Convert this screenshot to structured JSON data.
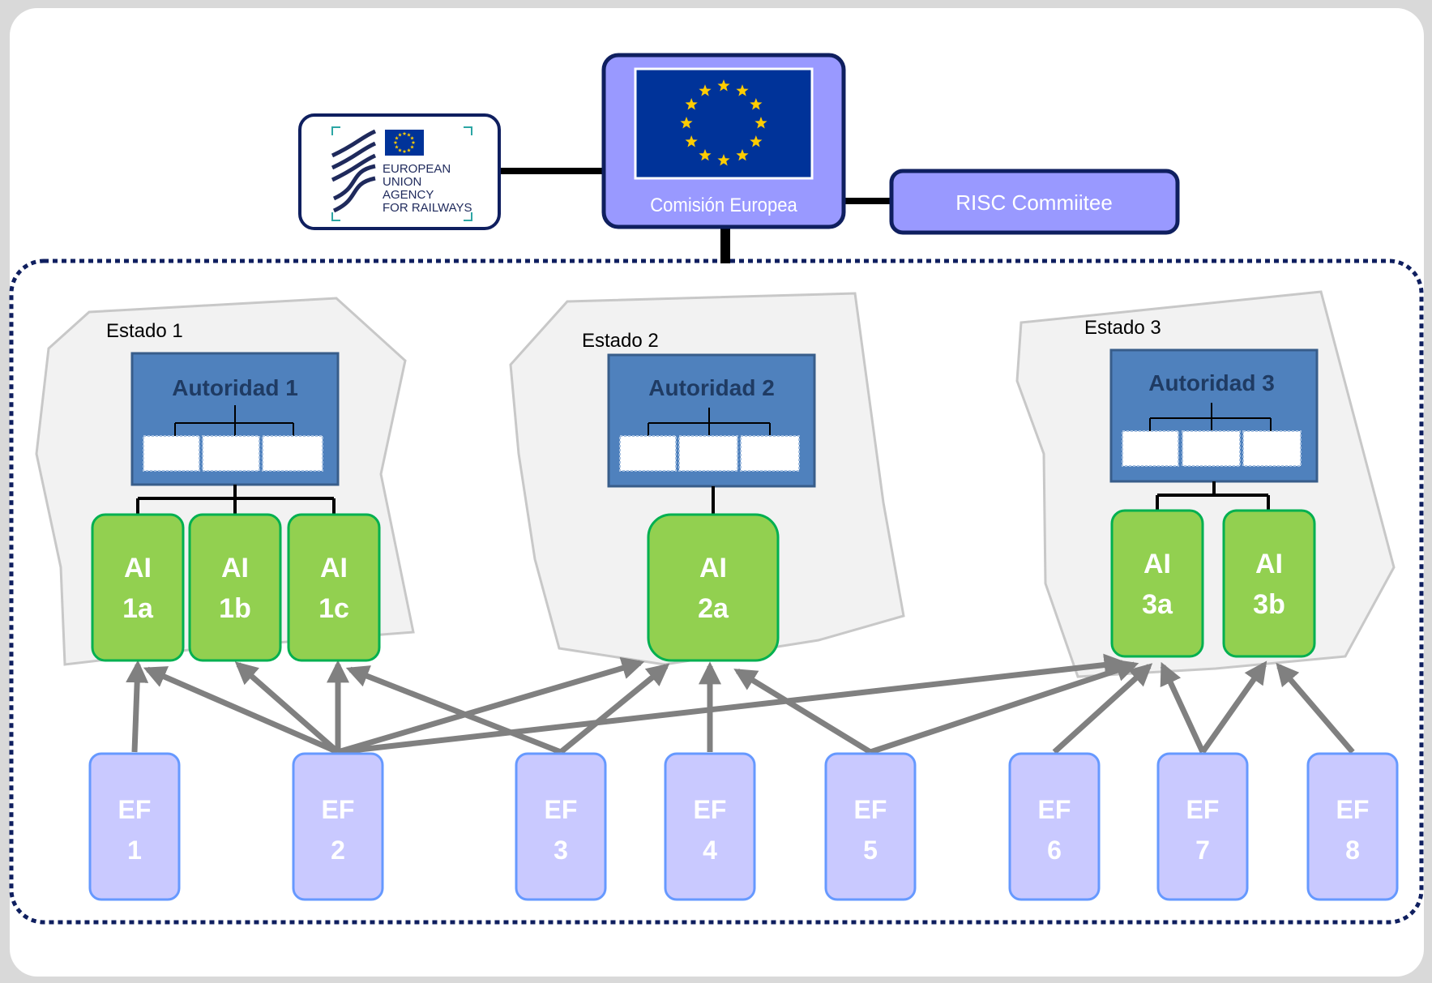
{
  "top": {
    "eu_agency": {
      "line1": "EUROPEAN",
      "line2": "UNION",
      "line3": "AGENCY",
      "line4": "FOR RAILWAYS"
    },
    "commission": {
      "label": "Comisión Europea"
    },
    "risc": {
      "label": "RISC Commiitee"
    }
  },
  "states": [
    {
      "label": "Estado 1",
      "authority": "Autoridad 1",
      "ai": [
        {
          "l1": "AI",
          "l2": "1a"
        },
        {
          "l1": "AI",
          "l2": "1b"
        },
        {
          "l1": "AI",
          "l2": "1c"
        }
      ]
    },
    {
      "label": "Estado 2",
      "authority": "Autoridad 2",
      "ai": [
        {
          "l1": "AI",
          "l2": "2a"
        }
      ]
    },
    {
      "label": "Estado 3",
      "authority": "Autoridad 3",
      "ai": [
        {
          "l1": "AI",
          "l2": "3a"
        },
        {
          "l1": "AI",
          "l2": "3b"
        }
      ]
    }
  ],
  "ef": [
    {
      "l1": "EF",
      "l2": "1"
    },
    {
      "l1": "EF",
      "l2": "2"
    },
    {
      "l1": "EF",
      "l2": "3"
    },
    {
      "l1": "EF",
      "l2": "4"
    },
    {
      "l1": "EF",
      "l2": "5"
    },
    {
      "l1": "EF",
      "l2": "6"
    },
    {
      "l1": "EF",
      "l2": "7"
    },
    {
      "l1": "EF",
      "l2": "8"
    }
  ],
  "links": [
    {
      "from": "EF 1",
      "to": "AI 1a"
    },
    {
      "from": "EF 2",
      "to": "AI 1a"
    },
    {
      "from": "EF 2",
      "to": "AI 1b"
    },
    {
      "from": "EF 2",
      "to": "AI 1c"
    },
    {
      "from": "EF 2",
      "to": "AI 2a"
    },
    {
      "from": "EF 2",
      "to": "AI 3a"
    },
    {
      "from": "EF 3",
      "to": "AI 1c"
    },
    {
      "from": "EF 3",
      "to": "AI 2a"
    },
    {
      "from": "EF 4",
      "to": "AI 2a"
    },
    {
      "from": "EF 5",
      "to": "AI 2a"
    },
    {
      "from": "EF 5",
      "to": "AI 3a"
    },
    {
      "from": "EF 6",
      "to": "AI 3a"
    },
    {
      "from": "EF 7",
      "to": "AI 3a"
    },
    {
      "from": "EF 7",
      "to": "AI 3b"
    },
    {
      "from": "EF 8",
      "to": "AI 3b"
    }
  ],
  "colors": {
    "background": "#d9d9d9",
    "panel": "#ffffff",
    "commission_fill": "#9999ff",
    "commission_border": "#0f1f5f",
    "eu_flag": "#003399",
    "eu_stars": "#ffcc00",
    "authority_fill": "#4f81bd",
    "authority_border": "#385d8a",
    "authority_text": "#1f3b63",
    "ai_fill": "#92d050",
    "ai_border": "#00b050",
    "ef_fill": "#c9c9ff",
    "ef_border": "#6699ff",
    "arrow": "#808080",
    "state_region": "#f2f2f2"
  }
}
